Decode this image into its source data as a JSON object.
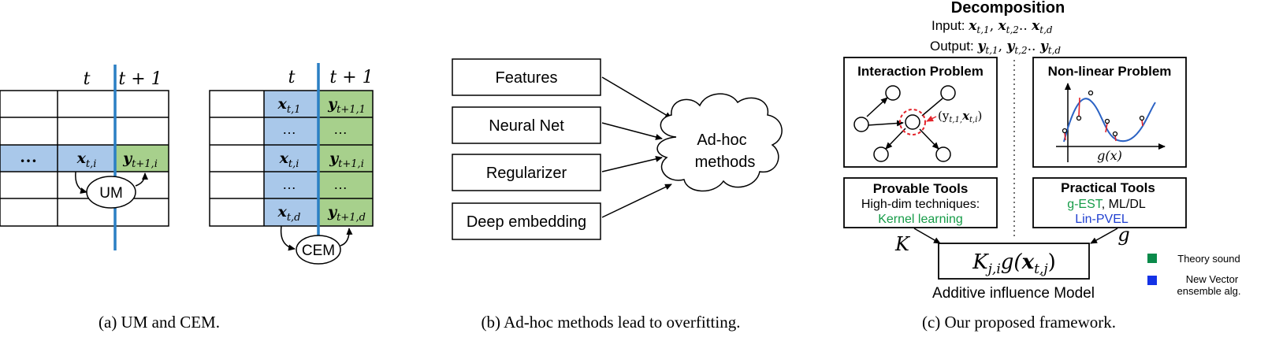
{
  "panel_a": {
    "caption": "(a) UM and CEM.",
    "um": {
      "col_t": "t",
      "col_t1": "t + 1",
      "dots": "…",
      "x_base": "x",
      "x_sub": "t,i",
      "y_base": "y",
      "y_sub": "t+1,i",
      "node": "UM"
    },
    "cem": {
      "col_t": "t",
      "col_t1": "t + 1",
      "rows": [
        {
          "x_base": "x",
          "x_sub": "t,1",
          "y_base": "y",
          "y_sub": "t+1,1"
        },
        {
          "x_text": "…",
          "y_text": "…"
        },
        {
          "x_base": "x",
          "x_sub": "t,i",
          "y_base": "y",
          "y_sub": "t+1,i"
        },
        {
          "x_text": "…",
          "y_text": "…"
        },
        {
          "x_base": "x",
          "x_sub": "t,d",
          "y_base": "y",
          "y_sub": "t+1,d"
        }
      ],
      "node": "CEM"
    }
  },
  "panel_b": {
    "caption": "(b) Ad-hoc methods lead to overfitting.",
    "boxes": [
      "Features",
      "Neural Net",
      "Regularizer",
      "Deep embedding"
    ],
    "cloud_line1": "Ad-hoc",
    "cloud_line2": "methods"
  },
  "panel_c": {
    "caption": "(c) Our proposed framework.",
    "title": "Decomposition",
    "input_label": "Input: ",
    "input_terms": [
      {
        "b": "x",
        "s": "t,1"
      },
      {
        "b": "x",
        "s": "t,2"
      },
      {
        "b": "x",
        "s": "t,d"
      }
    ],
    "output_label": "Output: ",
    "output_terms": [
      {
        "b": "y",
        "s": "t,1"
      },
      {
        "b": "y",
        "s": "t,2"
      },
      {
        "b": "y",
        "s": "t,d"
      }
    ],
    "sep_comma": ", ",
    "sep_dots": ".. ",
    "interaction_title": "Interaction Problem",
    "interaction_label": "(y",
    "interaction_sub1": "t,1,",
    "interaction_x": "x",
    "interaction_sub2": "t,i",
    "interaction_close": ")",
    "nonlinear_title": "Non-linear Problem",
    "g_of_x": "g(x)",
    "provable_title": "Provable Tools",
    "provable_line1": "High-dim techniques:",
    "provable_line2": "Kernel learning",
    "practical_title": "Practical Tools",
    "practical_green": "g-EST",
    "practical_rest": ", ML/DL",
    "practical_blue": "Lin-PVEL",
    "k_label": "K",
    "g_label": "g",
    "formula_K": "K",
    "formula_K_sub": "j,i",
    "formula_g": "g(",
    "formula_x": "x",
    "formula_x_sub": "t,j",
    "formula_close": ")",
    "model_label": "Additive influence Model",
    "legend": [
      {
        "label": "Theory sound",
        "color": "#0a8a4a"
      },
      {
        "label_line1": "New Vector",
        "label_line2": "ensemble alg.",
        "color": "#1432e6"
      }
    ]
  },
  "colors": {
    "blue_cell": "#a9c8ea",
    "green_cell": "#a7d08c",
    "timeline": "#2b7fc4",
    "kernel_green": "#169c48",
    "linpvel_blue": "#1f3fd0",
    "red": "#e3242b"
  }
}
